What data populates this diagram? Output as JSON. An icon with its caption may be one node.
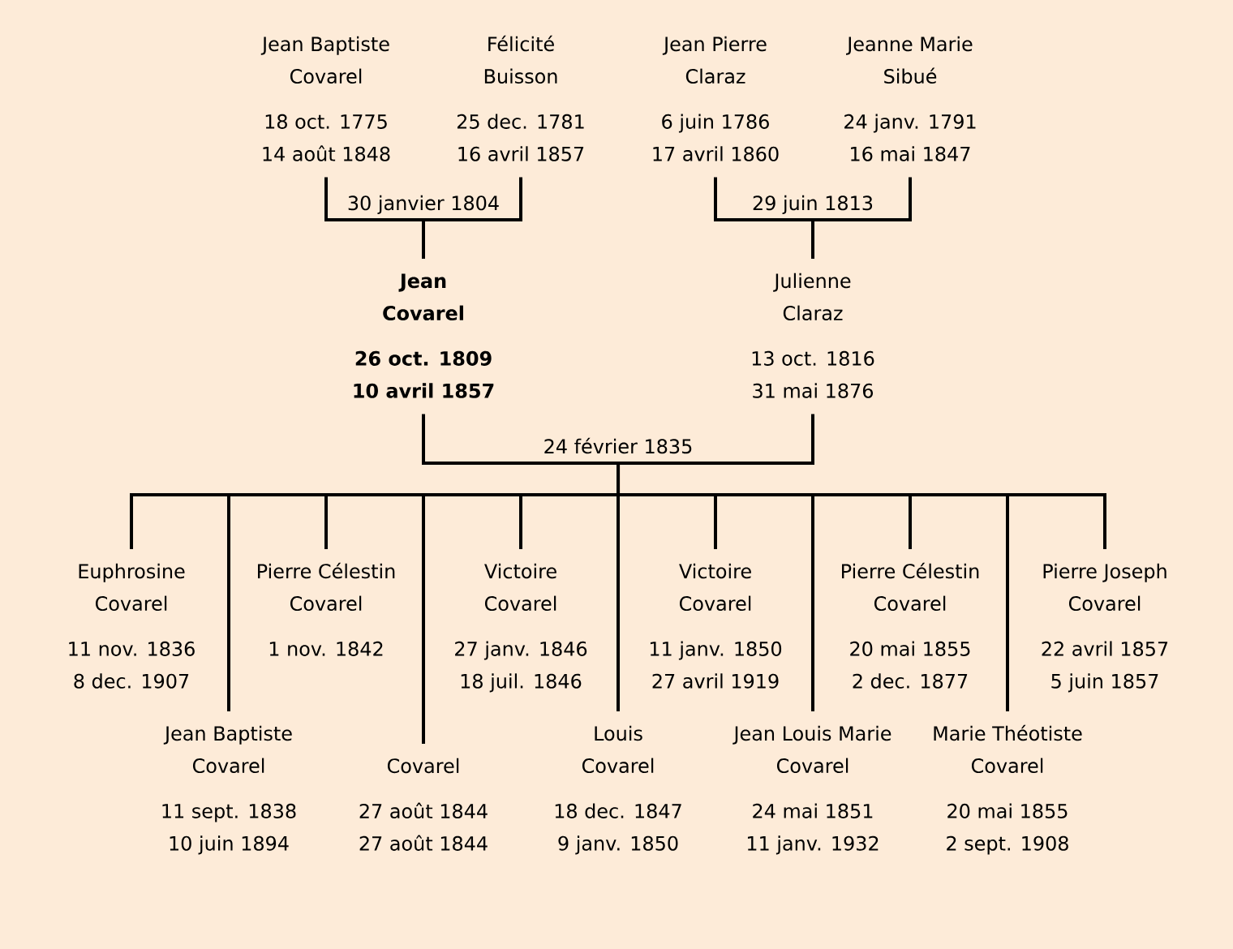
{
  "diagram": {
    "nodes": [
      {
        "text": [
          "Jean Baptiste",
          "Covarel",
          "18 oct. 1775",
          "14 août 1848"
        ]
      },
      {
        "text": [
          "Félicité",
          "Buisson",
          "25 dec. 1781",
          "16 avril 1857"
        ]
      },
      {
        "text": [
          "Jean Pierre",
          "Claraz",
          "6 juin 1786",
          "17 avril 1860"
        ]
      },
      {
        "text": [
          "Jeanne Marie",
          "Sibué",
          "24 janv. 1791",
          "16 mai 1847"
        ]
      },
      {
        "text": [
          "30 janvier 1804"
        ]
      },
      {
        "text": [
          "29 juin 1813"
        ]
      },
      {
        "text": [
          "Jean",
          "Covarel",
          "26 oct. 1809",
          "10 avril 1857"
        ]
      },
      {
        "text": [
          "Julienne",
          "Claraz",
          "13 oct. 1816",
          "31 mai 1876"
        ]
      },
      {
        "text": [
          "24 février 1835"
        ]
      },
      {
        "text": [
          "Euphrosine",
          "Covarel",
          "11 nov. 1836",
          "8 dec. 1907"
        ]
      },
      {
        "text": [
          "Pierre Célestin",
          "Covarel",
          "1 nov. 1842"
        ]
      },
      {
        "text": [
          "Victoire",
          "Covarel",
          "27 janv. 1846",
          "18 juil. 1846"
        ]
      },
      {
        "text": [
          "Victoire",
          "Covarel",
          "11 janv. 1850",
          "27 avril 1919"
        ]
      },
      {
        "text": [
          "Pierre Célestin",
          "Covarel",
          "20 mai 1855",
          "2 dec. 1877"
        ]
      },
      {
        "text": [
          "Pierre Joseph",
          "Covarel",
          "22 avril 1857",
          "5 juin 1857"
        ]
      },
      {
        "text": [
          "Jean Baptiste",
          "Covarel",
          "11 sept. 1838",
          "10 juin 1894"
        ]
      },
      {
        "text": [
          "Covarel",
          "27 août 1844",
          "27 août 1844"
        ]
      },
      {
        "text": [
          "Louis",
          "Covarel",
          "18 dec. 1847",
          "9 janv. 1850"
        ]
      },
      {
        "text": [
          "Jean Louis Marie",
          "Covarel",
          "24 mai 1851",
          "11 janv. 1932"
        ]
      },
      {
        "text": [
          "Marie Théotiste",
          "Covarel",
          "20 mai 1855",
          "2 sept. 1908"
        ]
      }
    ],
    "edges": [
      {
        "from": 0,
        "to": 4,
        "arrow": "none"
      },
      {
        "from": 1,
        "to": 4,
        "arrow": "none"
      },
      {
        "from": 2,
        "to": 5,
        "arrow": "none"
      },
      {
        "from": 3,
        "to": 5,
        "arrow": "none"
      },
      {
        "from": 4,
        "to": 6,
        "arrow": "none"
      },
      {
        "from": 5,
        "to": 7,
        "arrow": "none"
      },
      {
        "from": 6,
        "to": 8,
        "arrow": "none"
      },
      {
        "from": 7,
        "to": 8,
        "arrow": "none"
      },
      {
        "from": 8,
        "to": 9,
        "arrow": "none"
      },
      {
        "from": 8,
        "to": 10,
        "arrow": "none"
      },
      {
        "from": 8,
        "to": 11,
        "arrow": "none"
      },
      {
        "from": 8,
        "to": 12,
        "arrow": "none"
      },
      {
        "from": 8,
        "to": 13,
        "arrow": "none"
      },
      {
        "from": 8,
        "to": 14,
        "arrow": "none"
      },
      {
        "from": 8,
        "to": 15,
        "arrow": "none"
      },
      {
        "from": 8,
        "to": 16,
        "arrow": "none"
      },
      {
        "from": 8,
        "to": 17,
        "arrow": "none"
      },
      {
        "from": 8,
        "to": 18,
        "arrow": "none"
      },
      {
        "from": 8,
        "to": 19,
        "arrow": "none"
      }
    ]
  }
}
